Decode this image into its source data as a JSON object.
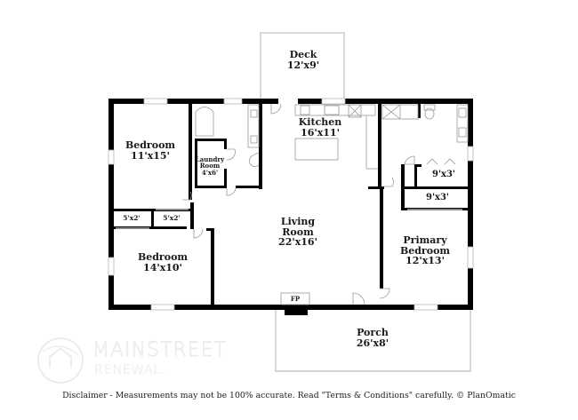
{
  "floorplan": {
    "rooms": [
      {
        "id": "deck",
        "name": "Deck",
        "dims": "12'x9'"
      },
      {
        "id": "kitchen",
        "name": "Kitchen",
        "dims": "16'x11'"
      },
      {
        "id": "bedroom-1",
        "name": "Bedroom",
        "dims": "11'x15'"
      },
      {
        "id": "laundry",
        "name_line1": "Laundry",
        "name_line2": "Room",
        "dims": "4'x6'"
      },
      {
        "id": "closet-a",
        "dims": "5'x2'"
      },
      {
        "id": "closet-b",
        "dims": "5'x2'"
      },
      {
        "id": "bedroom-2",
        "name": "Bedroom",
        "dims": "14'x10'"
      },
      {
        "id": "living",
        "name_line1": "Living",
        "name_line2": "Room",
        "dims": "22'x16'"
      },
      {
        "id": "closet-c",
        "dims": "9'x3'"
      },
      {
        "id": "closet-d",
        "dims": "9'x3'"
      },
      {
        "id": "primary",
        "name_line1": "Primary",
        "name_line2": "Bedroom",
        "dims": "12'x13'"
      },
      {
        "id": "porch",
        "name": "Porch",
        "dims": "26'x8'"
      }
    ],
    "fireplace_label": "FP",
    "colors": {
      "wall": "#000000",
      "fixture": "#9a9a9a",
      "window": "#c8c8c8",
      "text": "#1a1a1a"
    }
  },
  "watermark": {
    "line1": "MAINSTREET",
    "line2": "RENEWAL."
  },
  "footer": {
    "disclaimer": "Disclaimer - Measurements may not be 100% accurate. Read \"Terms & Conditions\" carefully. © PlanOmatic"
  }
}
